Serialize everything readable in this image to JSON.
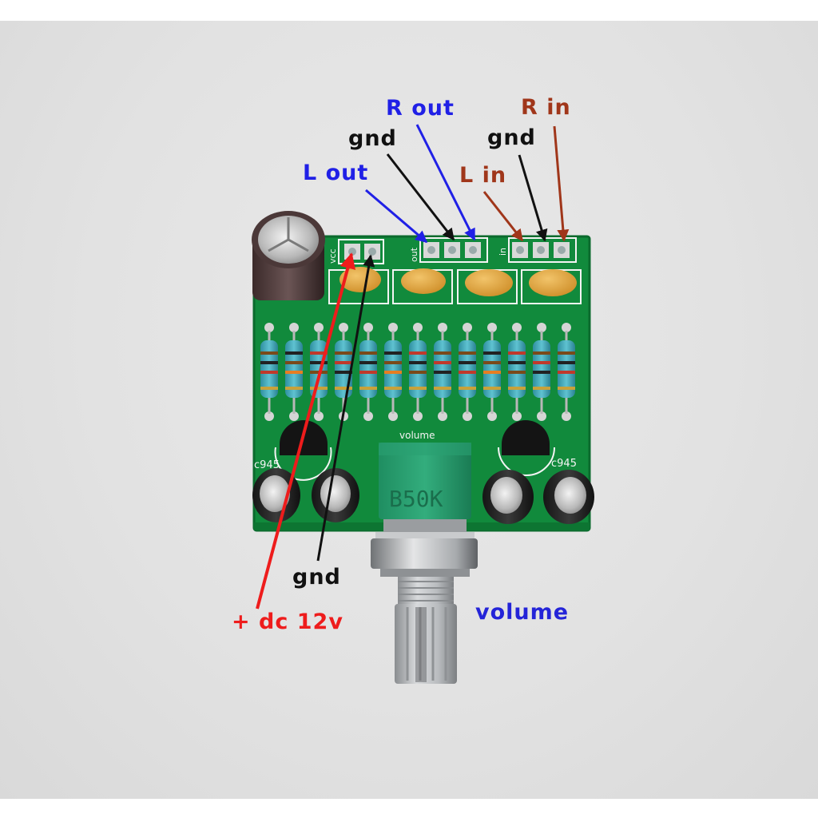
{
  "colors": {
    "output_labels": "#2020e6",
    "input_labels": "#a0361a",
    "power_label": "#ee1c1c",
    "ground_labels": "#111111",
    "volume_label": "#2424d8",
    "pcb": "#118a3c"
  },
  "annotations": {
    "r_out": "R out",
    "gnd_out": "gnd",
    "l_out": "L out",
    "r_in": "R in",
    "gnd_in": "gnd",
    "l_in": "L in",
    "gnd_power": "gnd",
    "power": "+ dc 12v",
    "volume": "volume"
  },
  "board": {
    "header_vcc": "vcc",
    "header_out": "out",
    "header_in": "in",
    "volume_silk": "volume",
    "transistor_left": "c945",
    "transistor_right": "c945",
    "potentiometer_marking": "B50K"
  }
}
